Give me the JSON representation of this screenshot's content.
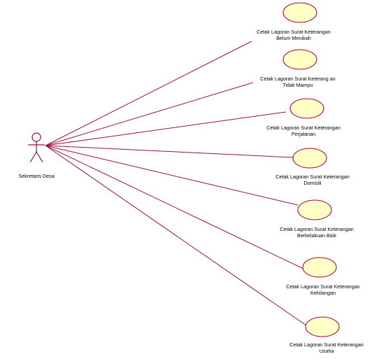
{
  "diagram": {
    "actor": {
      "name": "Sekretaris Desa"
    },
    "use_cases": [
      {
        "label_lines": [
          "Cetak Lagoran Surat Keterangan",
          "Belum Menikah"
        ]
      },
      {
        "label_lines": [
          "Cetak Lagoran Surat Keterang an",
          "Tidak Mampu"
        ]
      },
      {
        "label_lines": [
          "Cetak Lagoran Surat Keterangan",
          "Perjalanan"
        ]
      },
      {
        "label_lines": [
          "Cetak Lagoran Surat Keterangan",
          "Domisili"
        ]
      },
      {
        "label_lines": [
          "Cetak Lagoran Surat Keterangan",
          "Berkelakuan Baik"
        ]
      },
      {
        "label_lines": [
          "Cetak Lagoran Surat Keterangan",
          "Kehilangan"
        ]
      },
      {
        "label_lines": [
          "Cetak Lagoran Surat Keterangan",
          "Usaha"
        ]
      }
    ],
    "colors": {
      "ellipse_fill": "#ffffc6",
      "ellipse_stroke": "#b00030",
      "line_stroke": "#9a0f3a",
      "actor_stroke": "#9a0f3a"
    }
  }
}
